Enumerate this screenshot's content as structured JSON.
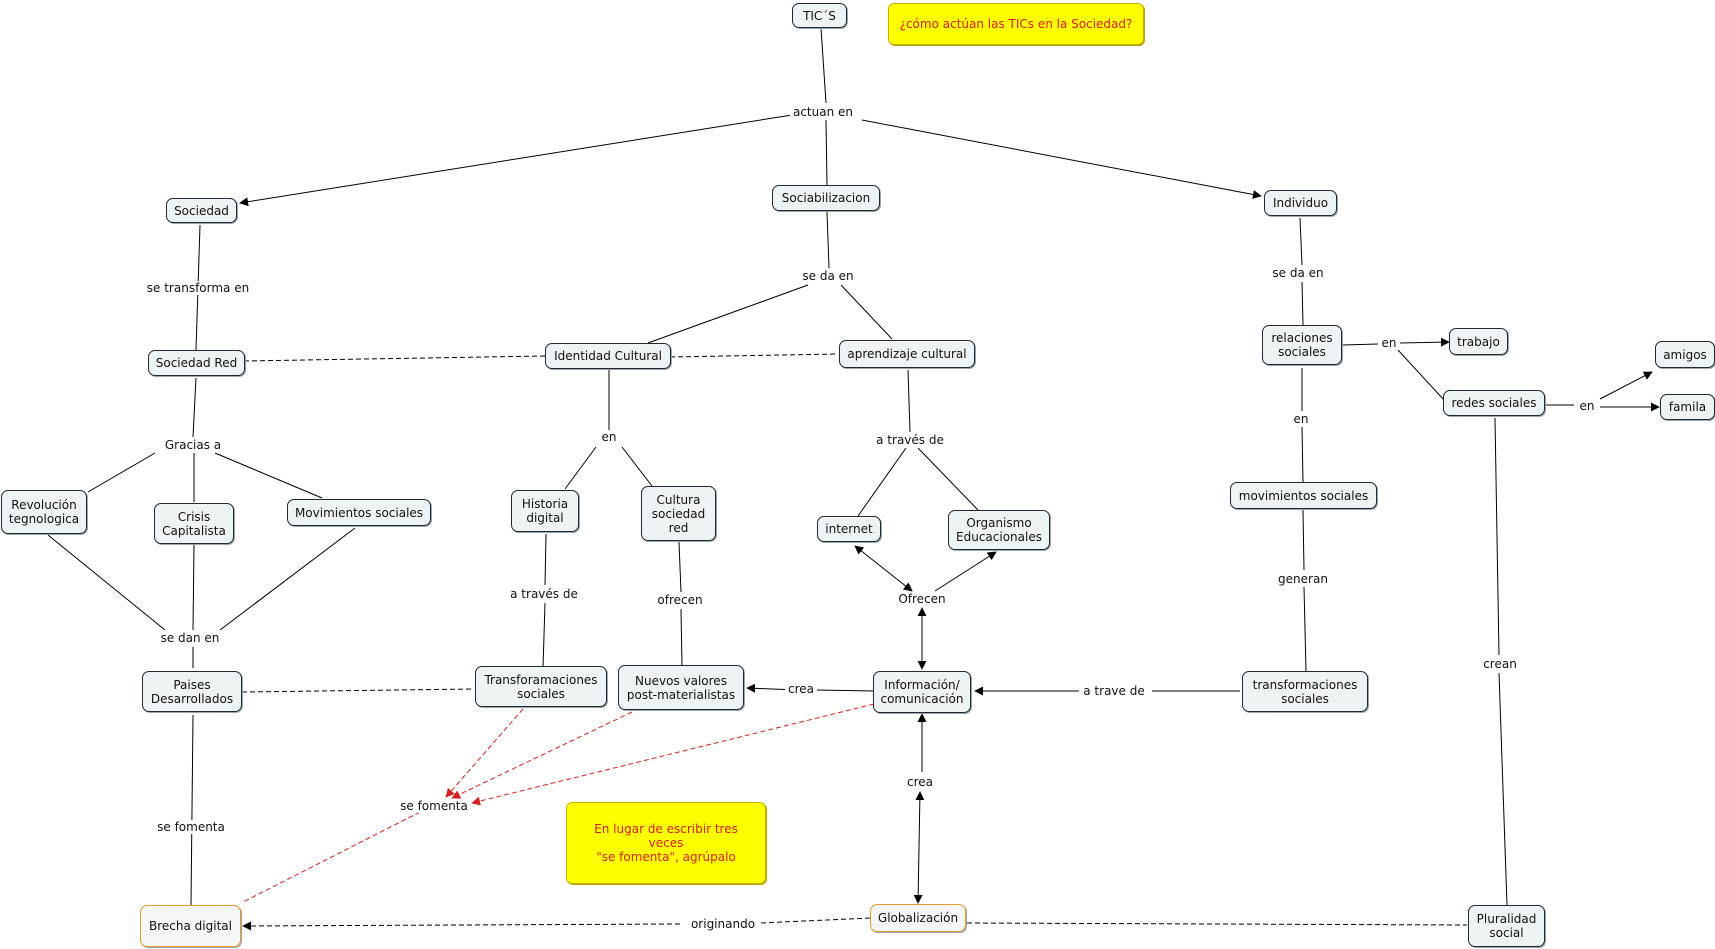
{
  "nodes": {
    "tics": "TIC´S",
    "sociedad": "Sociedad",
    "sociabilizacion": "Sociabilizacion",
    "individuo": "Individuo",
    "sociedad_red": "Sociedad Red",
    "identidad_cultural": "Identidad Cultural",
    "aprendizaje_cultural": "aprendizaje cultural",
    "relaciones_sociales": "relaciones\nsociales",
    "trabajo": "trabajo",
    "amigos": "amigos",
    "familia": "famila",
    "redes_sociales": "redes sociales",
    "revolucion": "Revolución\ntegnologica",
    "crisis": "Crisis\nCapitalista",
    "movimientos_sociales_left": "Movimientos sociales",
    "historia_digital": "Historia\ndigital",
    "cultura_sociedad_red": "Cultura\nsociedad\nred",
    "internet": "internet",
    "organismo": "Organismo\nEducacionales",
    "movimientos_sociales_right": "movimientos sociales",
    "paises": "Paises\nDesarrollados",
    "transformaciones_left": "Transforamaciones\nsociales",
    "nuevos_valores": "Nuevos valores\npost-materialistas",
    "informacion": "Información/\ncomunicación",
    "transformaciones_right": "transformaciones\nsociales",
    "brecha": "Brecha digital",
    "globalizacion": "Globalización",
    "pluralidad": "Pluralidad\nsocial"
  },
  "labels": {
    "actuan_en": "actuan en",
    "se_transforma_en": "se transforma en",
    "se_da_en_center": "se da en",
    "se_da_en_right": "se da en",
    "en_rel": "en",
    "en_redes": "en",
    "en_ident": "en",
    "en_mov": "en",
    "gracias_a": "Gracias a",
    "a_traves_de_center": "a través de",
    "a_traves_de_left": "a través de",
    "ofrecen_lower": "ofrecen",
    "ofrecen_upper": "Ofrecen",
    "generan": "generan",
    "se_dan_en": "se dan en",
    "crea_left": "crea",
    "a_trave_de": "a trave de",
    "crea_lower": "crea",
    "se_fomenta_red": "se fomenta",
    "se_fomenta_left": "se fomenta",
    "crean": "crean",
    "originando": "originando"
  },
  "notes": {
    "question": "¿cómo actúan las TICs en la Sociedad?",
    "hint": "En lugar de escribir tres veces\n\"se fomenta\", agrúpalo"
  },
  "colors": {
    "node_fill": "#eef3f6",
    "node_border": "#1f2a33",
    "note_fill": "#ffff00",
    "note_text": "#d42020",
    "red_link": "#d42020",
    "orange_border": "#e79b2a"
  }
}
